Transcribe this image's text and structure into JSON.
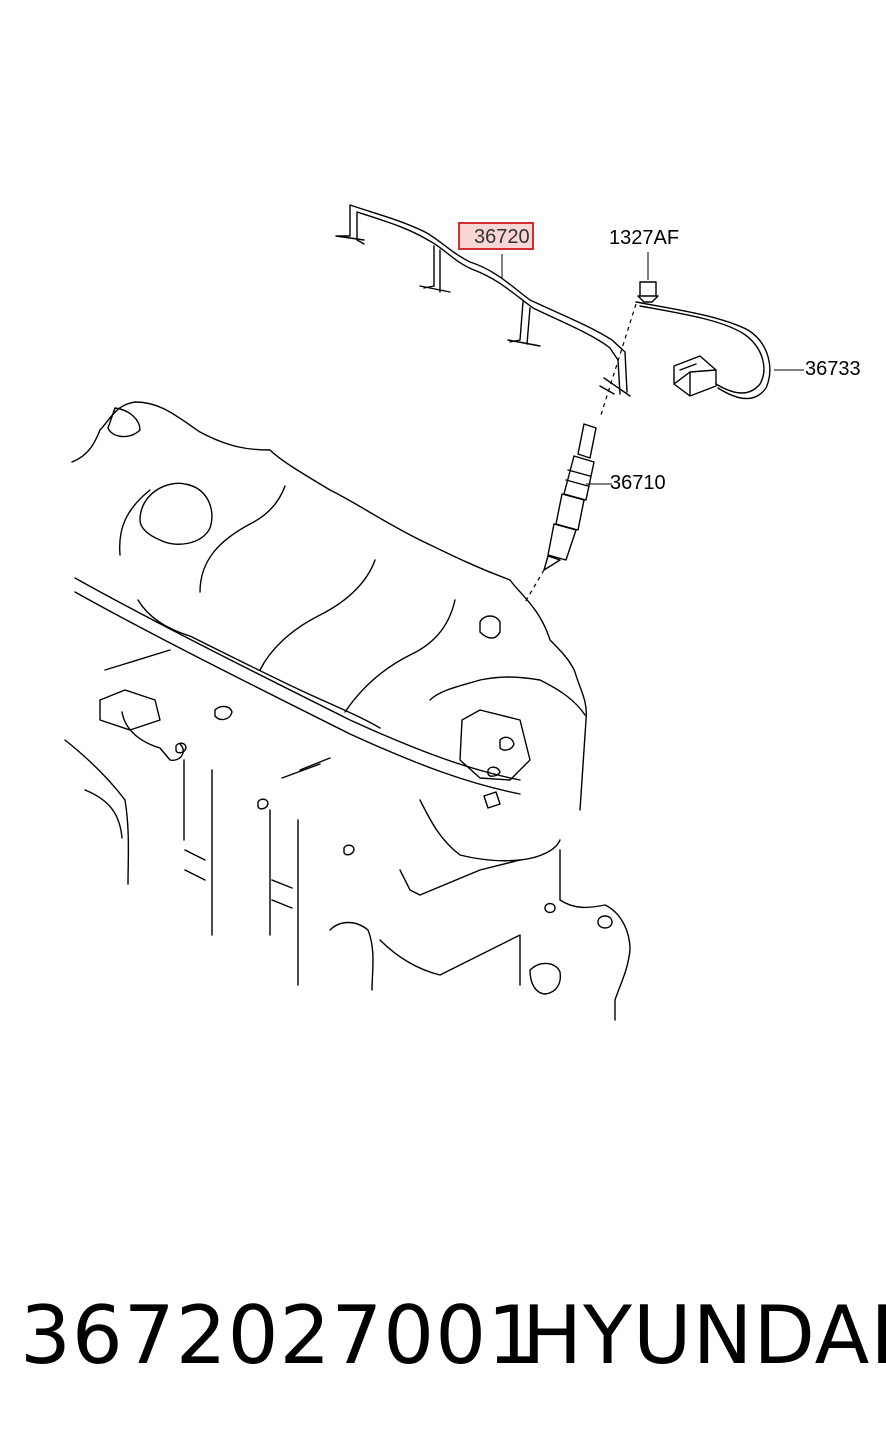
{
  "callouts": {
    "wiring_harness": "36720",
    "nut": "1327AF",
    "connector_cable": "36733",
    "glow_plug": "36710"
  },
  "footer": {
    "part_number": "3672027001",
    "brand": "HYUNDAI"
  },
  "colors": {
    "highlight_border": "#d03030",
    "highlight_fill": "#f8d6d6",
    "line": "#000000",
    "background": "#ffffff"
  }
}
